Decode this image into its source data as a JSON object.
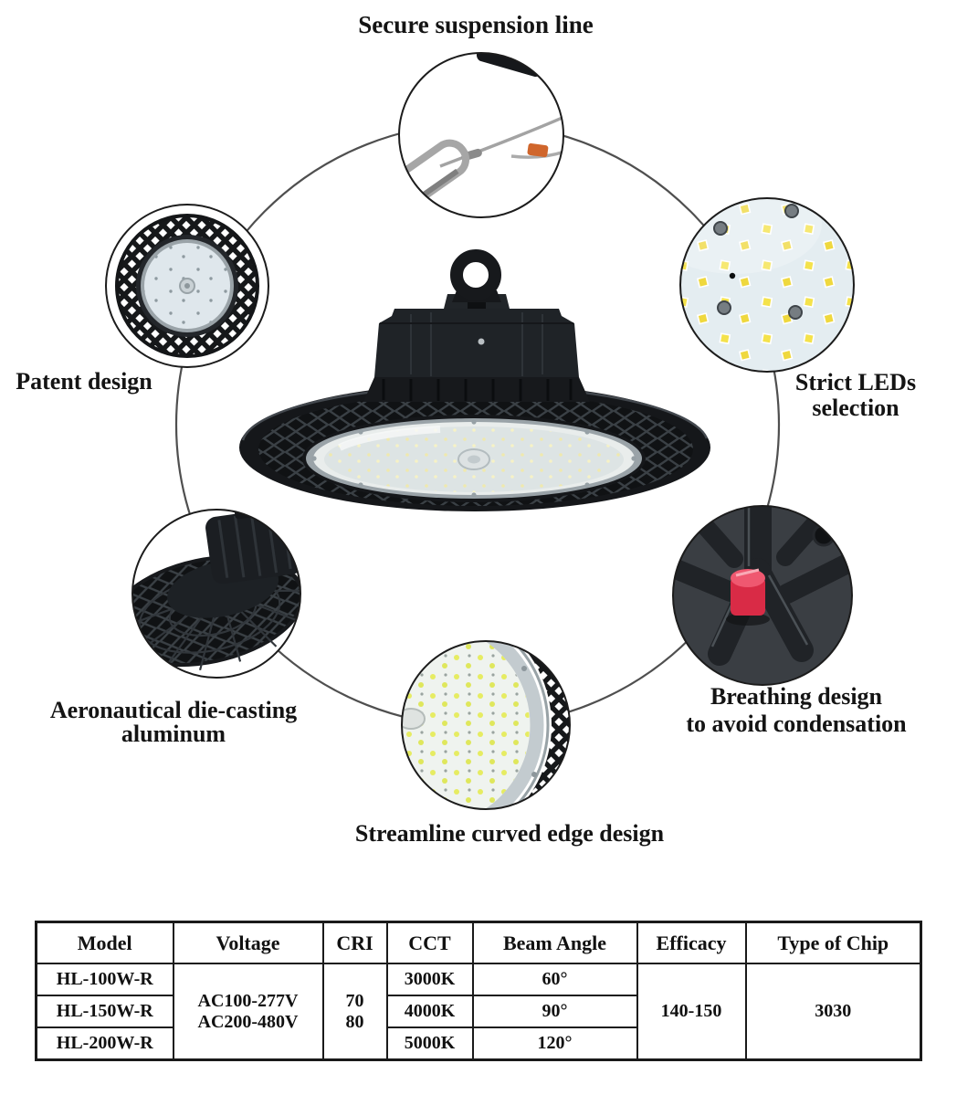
{
  "callouts": {
    "suspension": {
      "label": "Secure suspension line"
    },
    "patent": {
      "label": "Patent design"
    },
    "leds": {
      "line1": "Strict LEDs",
      "line2": "selection"
    },
    "aluminum": {
      "line1": "Aeronautical die-casting",
      "line2": "aluminum"
    },
    "breathing": {
      "line1": "Breathing design",
      "line2": "to avoid condensation"
    },
    "edge": {
      "label": "Streamline curved edge design"
    }
  },
  "table": {
    "headers": [
      "Model",
      "Voltage",
      "CRI",
      "CCT",
      "Beam Angle",
      "Efficacy",
      "Type of Chip"
    ],
    "rows": {
      "models": [
        "HL-100W-R",
        "HL-150W-R",
        "HL-200W-R"
      ],
      "voltage_lines": [
        "AC100-277V",
        "AC200-480V"
      ],
      "cri_lines": [
        "70",
        "80"
      ],
      "cct": [
        "3000K",
        "4000K",
        "5000K"
      ],
      "beam_angle": [
        "60°",
        "90°",
        "120°"
      ],
      "efficacy": "140-150",
      "type_of_chip": "3030"
    }
  },
  "colors": {
    "text": "#141414",
    "table_border": "#1a1a1a",
    "connector_circle": "#4f4f4f",
    "body_black": "#17191c",
    "lens_pale": "#e9edec",
    "led_chip_yellow": "#f2e04a",
    "valve_red": "#d92b46",
    "connector_orange": "#d0662c"
  }
}
